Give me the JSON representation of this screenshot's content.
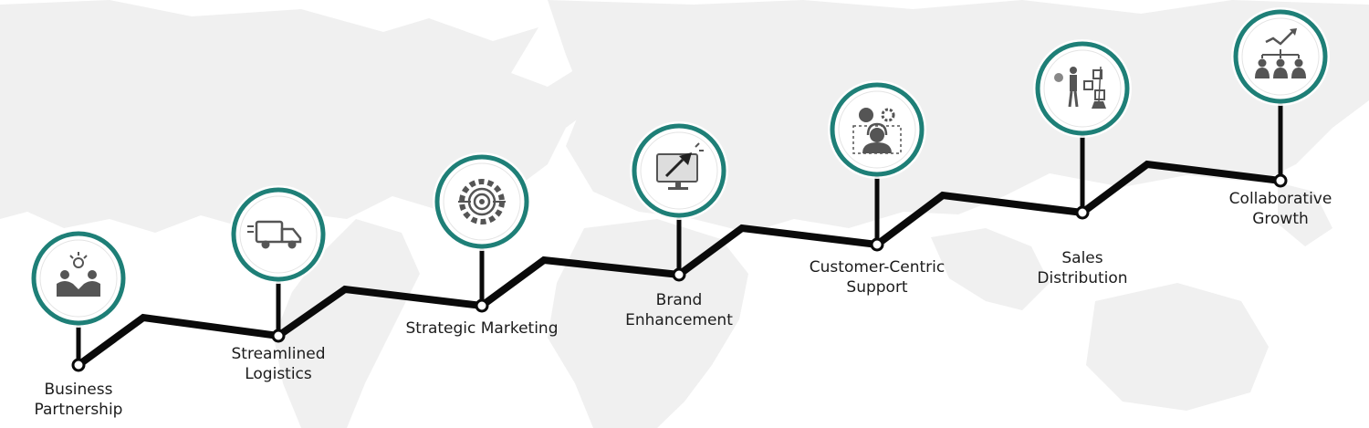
{
  "colors": {
    "background": "#ffffff",
    "world_map": "#f0f0f0",
    "path_line": "#0a0a0a",
    "node_ring": "#1e7f77",
    "node_fill": "#ffffff",
    "icon": "#555555",
    "label_text": "#1c1c1c"
  },
  "steps": [
    {
      "lines": [
        "Business",
        "Partnership"
      ],
      "icon": "handshake-idea-icon"
    },
    {
      "lines": [
        "Streamlined",
        "Logistics"
      ],
      "icon": "delivery-truck-icon"
    },
    {
      "lines": [
        "Strategic Marketing"
      ],
      "icon": "target-gear-icon"
    },
    {
      "lines": [
        "Brand",
        "Enhancement"
      ],
      "icon": "monitor-megaphone-icon"
    },
    {
      "lines": [
        "Customer-Centric",
        "Support"
      ],
      "icon": "customer-support-headset-icon"
    },
    {
      "lines": [
        "Sales",
        "Distribution"
      ],
      "icon": "salesman-gifts-icon"
    },
    {
      "lines": [
        "Collaborative",
        "Growth"
      ],
      "icon": "team-growth-icon"
    }
  ]
}
